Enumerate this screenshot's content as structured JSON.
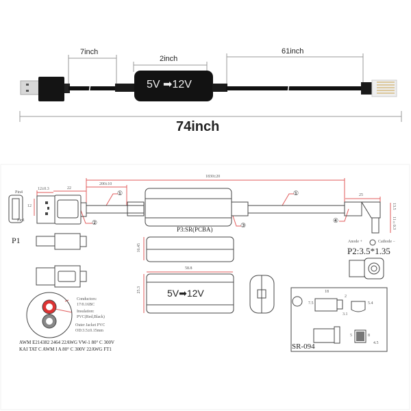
{
  "top_photo": {
    "dim_usb_segment": "7inch",
    "dim_module": "2inch",
    "dim_rj_segment": "61inch",
    "dim_total": "74inch",
    "module_label": "5V ➡12V"
  },
  "drawing": {
    "dim_overall": "1830±20",
    "dim_usb_cable": "200±10",
    "dim_usb_tip": "12±0.3",
    "dim_usb_body": "22",
    "dim_usb_height": "12",
    "pin4": "Pin4",
    "pin1": "Pin1",
    "callouts": [
      "①",
      "②",
      "③",
      "①",
      "④"
    ],
    "p3_label": "P3:SR(PCBA)",
    "dim_dc_len": "25",
    "dim_dc_h1": "13.5",
    "dim_dc_h2": "11±0.3",
    "polarity_anode": "Anode +",
    "polarity_cathode": "Cathode −",
    "p2_label": "P2:3.5*1.35",
    "p1_label": "P1",
    "module_side_height": "16.45",
    "module_width": "58.8",
    "module_height": "25.3",
    "module_text": "5V➡12V",
    "cross_section": {
      "conductors": "Conductors:",
      "conductors_spec": "17/0.16BC",
      "insulation": "Insulation:",
      "insulation_spec": "PVC(Red,Black)",
      "jacket": "Outer Jacket PVC",
      "jacket_spec": "OD:3.5±0.15mm"
    },
    "spec_line1": "AWM E214382 2464 22AWG VW-1 80° C 300V",
    "spec_line2": "KAI TAT  C  AWM I A 80° C 300V 22AWG FT1",
    "sr": {
      "title": "SR-094",
      "dim_len": "18",
      "dim_2": "2",
      "dim_h": "7.5",
      "dim_31": "3.1",
      "dim_54": "5.4",
      "dim_5": "5",
      "dim_8": "8",
      "dim_45": "4.5"
    }
  }
}
